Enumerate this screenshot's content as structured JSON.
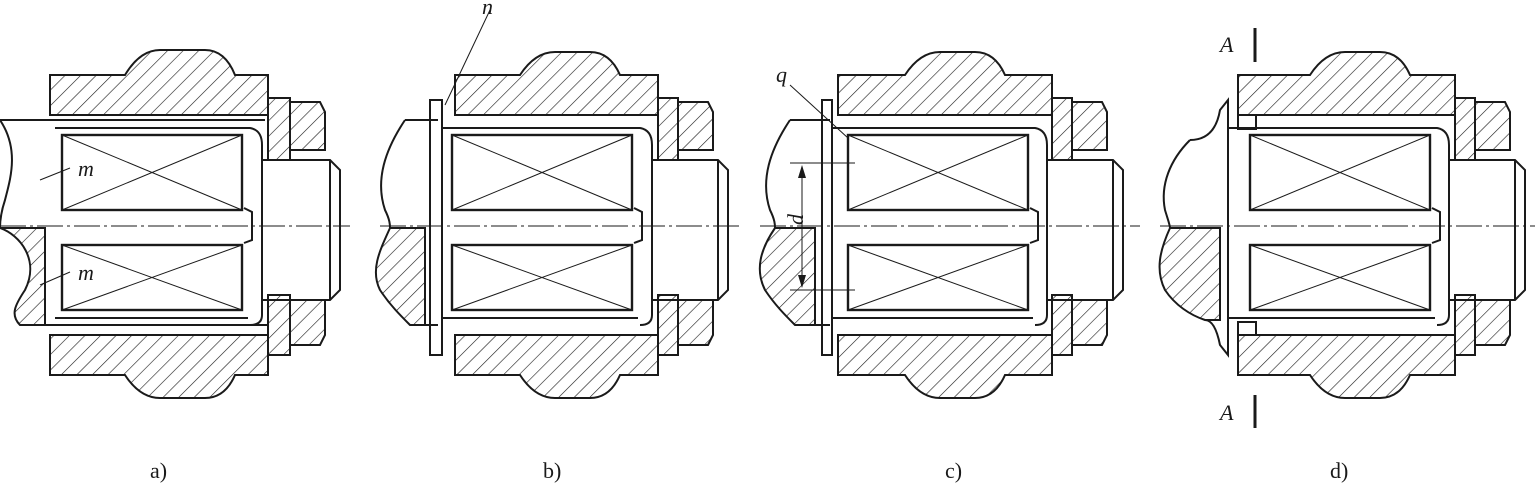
{
  "panels": [
    {
      "id": "a",
      "caption": "a)",
      "labels": [
        "m",
        "m"
      ]
    },
    {
      "id": "b",
      "caption": "b)",
      "labels": [
        "n"
      ]
    },
    {
      "id": "c",
      "caption": "c)",
      "labels": [
        "q",
        "d"
      ]
    },
    {
      "id": "d",
      "caption": "d)",
      "labels": [
        "A",
        "A"
      ]
    }
  ]
}
